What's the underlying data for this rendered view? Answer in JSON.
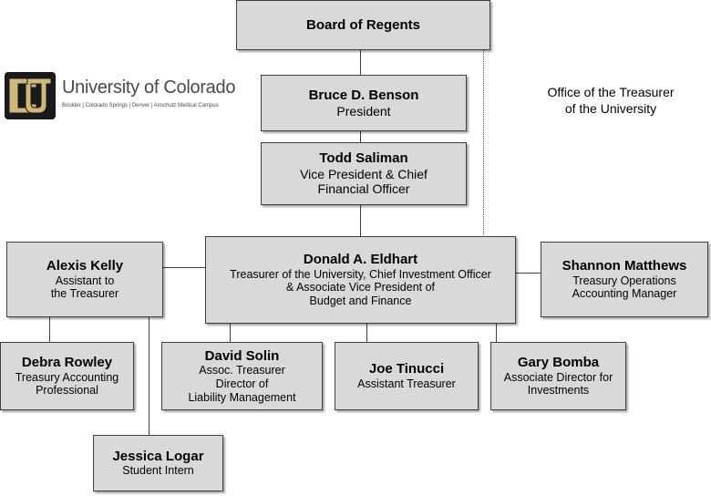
{
  "logo": {
    "wordmark": "University of Colorado",
    "campuses": "Boulder | Colorado Springs | Denver | Anschutz Medical Campus"
  },
  "office_label": {
    "line1": "Office of the Treasurer",
    "line2": "of the University"
  },
  "board": {
    "name": "Board of Regents"
  },
  "president": {
    "name": "Bruce D. Benson",
    "title": "President"
  },
  "vp": {
    "name": "Todd Saliman",
    "title_line1": "Vice President & Chief",
    "title_line2": "Financial Officer"
  },
  "treasurer": {
    "name": "Donald A. Eldhart",
    "title_line1": "Treasurer of the University, Chief Investment Officer",
    "title_line2": "& Associate Vice President of",
    "title_line3": "Budget and Finance"
  },
  "assistant": {
    "name": "Alexis Kelly",
    "title_line1": "Assistant to",
    "title_line2": "the Treasurer"
  },
  "ops_manager": {
    "name": "Shannon Matthews",
    "title_line1": "Treasury Operations",
    "title_line2": "Accounting Manager"
  },
  "accounting_pro": {
    "name": "Debra Rowley",
    "title_line1": "Treasury Accounting",
    "title_line2": "Professional"
  },
  "assoc_treasurer": {
    "name": "David Solin",
    "title_line1": "Assoc. Treasurer",
    "title_line2": "Director of",
    "title_line3": "Liability Management"
  },
  "asst_treasurer": {
    "name": "Joe Tinucci",
    "title_line1": "Assistant Treasurer"
  },
  "assoc_director": {
    "name": "Gary Bomba",
    "title_line1": "Associate Director for",
    "title_line2": "Investments"
  },
  "intern": {
    "name": "Jessica Logar",
    "title_line1": "Student Intern"
  },
  "colors": {
    "box_fill": "#d9d9d9",
    "box_border": "#3f3f3f",
    "logo_gold": "#cfb87c",
    "logo_black": "#1a1a1a"
  }
}
